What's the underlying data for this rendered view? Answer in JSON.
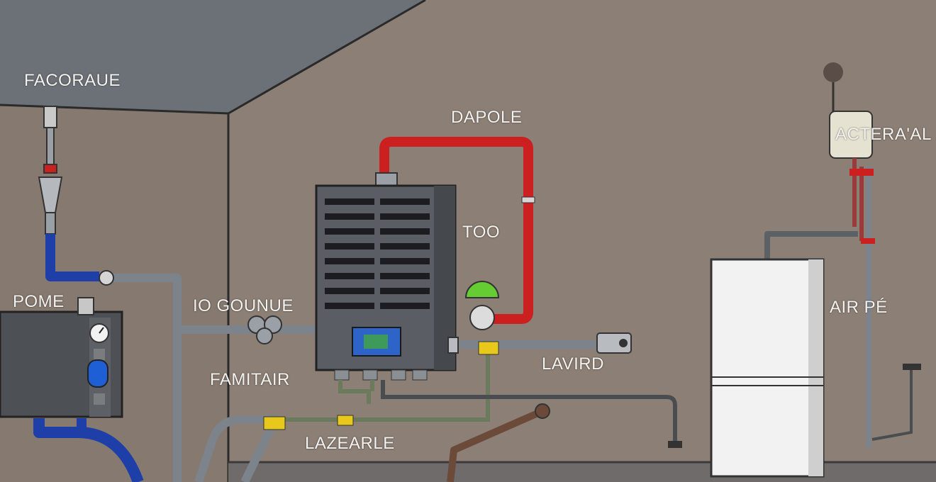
{
  "labels": {
    "top_left": "FACORAUE",
    "top_center": "DAPOLE",
    "top_right": "ACTERA'AL",
    "heater_side": "TOO",
    "left_unit": "POME",
    "valve": "IO GOUNUE",
    "famitair": "FAMITAIR",
    "lavird": "LAVIRD",
    "air": "AIR PÉ",
    "bottom": "LAZEARLE"
  },
  "colors": {
    "wall": "#8c7f76",
    "ceiling": "#6c7178",
    "heater": "#5a5d63",
    "hot_pipe": "#cc1f1f",
    "cold_pipe": "#1e3fa8",
    "gas_pipe": "#6a7a5a",
    "fitting": "#e8c81a",
    "status_dial": "#66cc33"
  }
}
